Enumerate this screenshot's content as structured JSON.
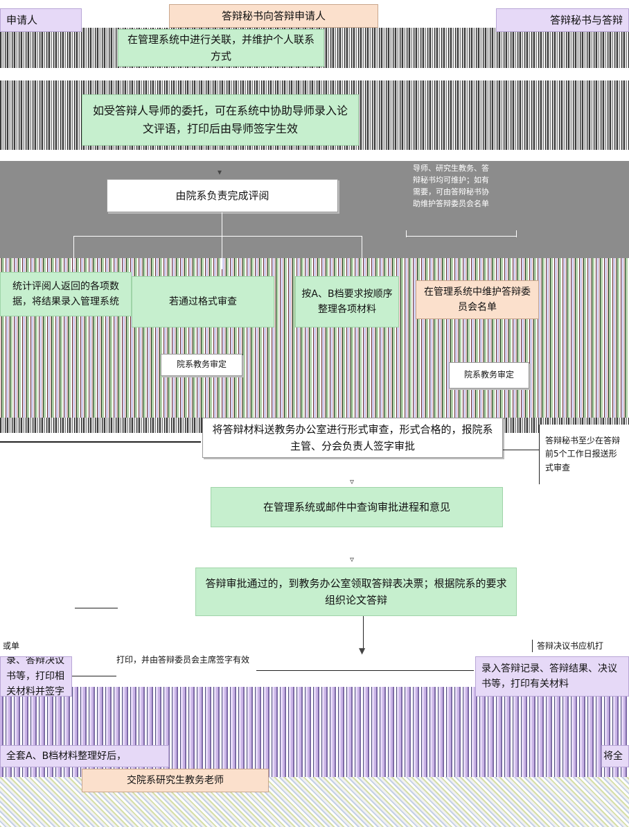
{
  "boxes": {
    "top_cut": "答辩秘书向答辩申请人",
    "applicant_cut": "申请人",
    "secretary_cut": "答辩秘书与答辩",
    "link_system": "在管理系统中进行关联，并维护个人联系方式",
    "assist_tutor": "如受答辩人导师的委托，可在系统中协助导师录入论文评语，打印后由导师签字生效",
    "dept_review": "由院系负责完成评阅",
    "stats": "统计评阅人返回的各项数据，将结果录入管理系统",
    "format_check": "若通过格式审查",
    "ab_order": "按A、B档要求按顺序整理各项材料",
    "maintain_committee": "在管理系统中维护答辩委员会名单",
    "dept_approve_1": "院系教务审定",
    "dept_approve_2": "院系教务审定",
    "send_office": "将答辩材料送教务办公室进行形式审查，形式合格的，报院系主管、分会负责人签字审批",
    "query_progress": "在管理系统或邮件中查询审批进程和意见",
    "organize_defense": "答辩审批通过的，到教务办公室领取答辩表决票；根据院系的要求组织论文答辩",
    "left_record": "录、答辩决议书等，打印相关材料并签字",
    "right_record": "录入答辩记录、答辩结果、决议书等，打印有关材料",
    "archive_left": "全套A、B档材料整理好后，",
    "hand_over": "交院系研究生教务老师",
    "archive_right": "将全"
  },
  "notes": {
    "secretary_note": "导师、研究生教务、答辩秘书均可维护；如有需要，可由答辩秘书协助维护答辩委员会名单",
    "submit_note": "答辩秘书至少在答辩前5个工作日报送形式审查",
    "decision_note": "答辩决议书应机打",
    "sign_note": "打印，并由答辩委员会主席签字有效",
    "review_label": "或单"
  },
  "colors": {
    "green_fill": "#c6efce",
    "peach_fill": "#fbe0cc",
    "lavender_fill": "#e6d9f7",
    "white_fill": "#ffffff"
  }
}
